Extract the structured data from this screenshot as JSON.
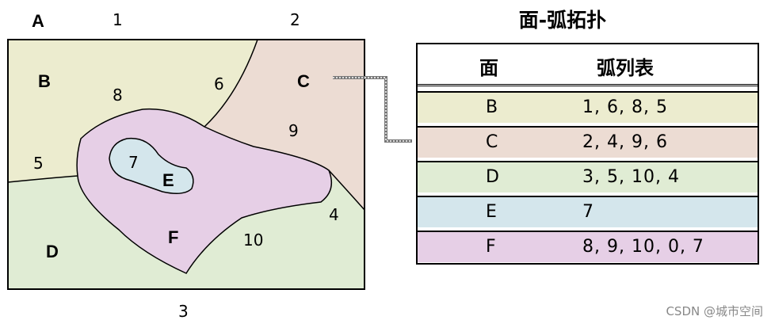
{
  "map": {
    "corner_label": "A",
    "arc_labels": {
      "a1": "1",
      "a2": "2",
      "a3": "3",
      "a4": "4",
      "a5": "5",
      "a6": "6",
      "a7": "7",
      "a8": "8",
      "a9": "9",
      "a10": "10"
    },
    "polygons": {
      "B": {
        "label": "B",
        "fill": "#ececcf"
      },
      "C": {
        "label": "C",
        "fill": "#ecdcd3"
      },
      "D": {
        "label": "D",
        "fill": "#e0ecd4"
      },
      "E": {
        "label": "E",
        "fill": "#d4e6ec"
      },
      "F": {
        "label": "F",
        "fill": "#e6cfe6"
      }
    }
  },
  "topology": {
    "title": "面-弧拓扑",
    "header_polygon": "面",
    "header_arcs": "弧列表",
    "rows": [
      {
        "polygon": "B",
        "arcs": "1, 6, 8, 5",
        "color": "#ececcf"
      },
      {
        "polygon": "C",
        "arcs": "2, 4, 9, 6",
        "color": "#ecdcd3"
      },
      {
        "polygon": "D",
        "arcs": "3, 5, 10, 4",
        "color": "#e0ecd4"
      },
      {
        "polygon": "E",
        "arcs": "7",
        "color": "#d4e6ec"
      },
      {
        "polygon": "F",
        "arcs": "8, 9, 10, 0, 7",
        "color": "#e6cfe6"
      }
    ]
  },
  "watermark": "CSDN @城市空间"
}
